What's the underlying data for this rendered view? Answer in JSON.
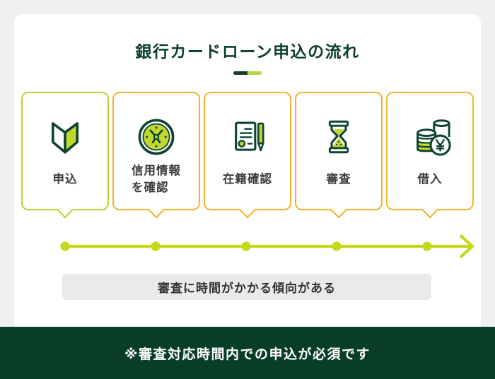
{
  "title": "銀行カードローン申込の流れ",
  "steps": [
    {
      "name": "apply",
      "icon": "beginner-mark-icon",
      "lines": [
        "申込"
      ]
    },
    {
      "name": "credit-info-check",
      "icon": "clock-icon",
      "lines": [
        "信用情報",
        "を確認"
      ]
    },
    {
      "name": "employment-verification",
      "icon": "document-pen-icon",
      "lines": [
        "在籍確認"
      ]
    },
    {
      "name": "screening",
      "icon": "hourglass-icon",
      "lines": [
        "審査"
      ]
    },
    {
      "name": "borrowing",
      "icon": "coins-yen-icon",
      "lines": [
        "借入"
      ]
    }
  ],
  "note": "審査に時間がかかる傾向がある",
  "footer": "※審査対応時間内での申込が必須です",
  "colors": {
    "dark_green": "#0a3d28",
    "lime": "#bfd72f",
    "gold": "#f3b42b",
    "note_bg": "#e8ebea",
    "page_bg": "#eff1f1",
    "label_text": "#3b3b3b"
  }
}
